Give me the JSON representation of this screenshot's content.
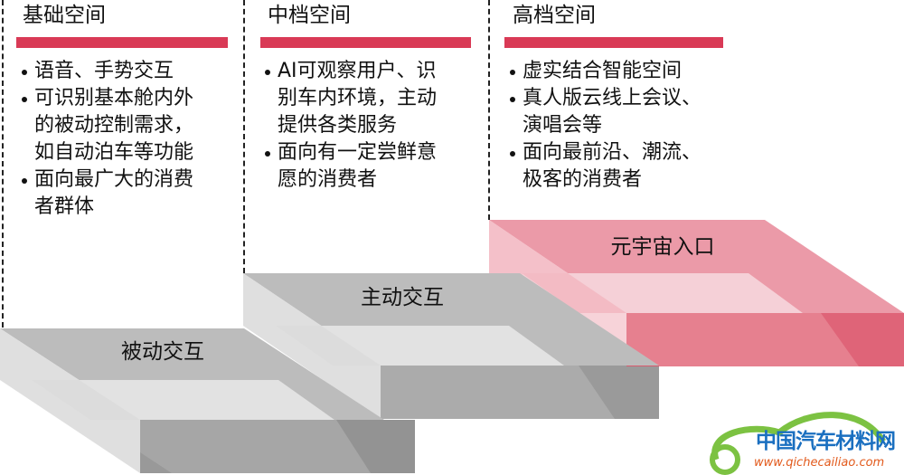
{
  "columns": [
    {
      "title": "基础空间",
      "bullets": [
        [
          "语音、手势交互"
        ],
        [
          "可识别基本舱内外",
          "的被动控制需求，",
          "如自动泊车等功能"
        ],
        [
          "面向最广大的消费",
          "者群体"
        ]
      ]
    },
    {
      "title": "中档空间",
      "bullets": [
        [
          "AI可观察用户、识",
          "别车内环境，主动",
          "提供各类服务"
        ],
        [
          "面向有一定尝鲜意",
          "愿的消费者"
        ]
      ]
    },
    {
      "title": "高档空间",
      "bullets": [
        [
          "虚实结合智能空间"
        ],
        [
          "真人版云线上会议、",
          "演唱会等"
        ],
        [
          "面向最前沿、潮流、",
          "极客的消费者"
        ]
      ]
    }
  ],
  "steps": [
    {
      "label": "被动交互",
      "color": "#b4b4b4"
    },
    {
      "label": "主动交互",
      "color": "#b4b4b4"
    },
    {
      "label": "元宇宙入口",
      "color": "#e88a9a"
    }
  ],
  "accent_color": "#d93a56",
  "watermark": {
    "name": "中国汽车材料网",
    "url": "www.qichecailiao.com"
  }
}
